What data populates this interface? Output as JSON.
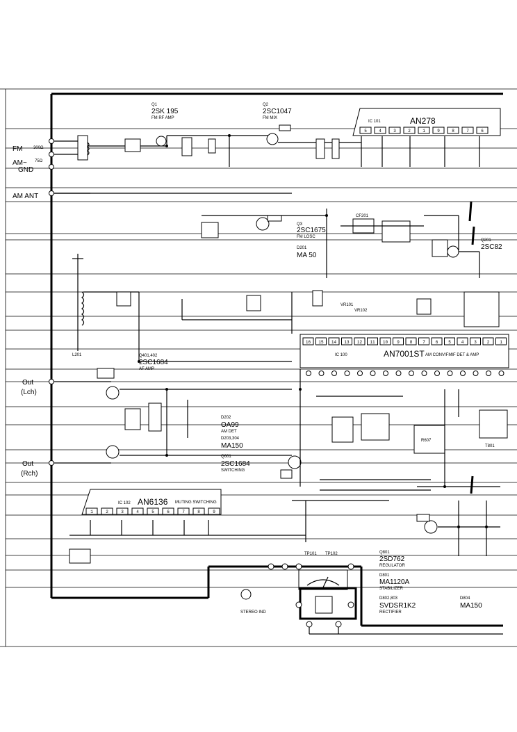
{
  "ports": {
    "fm": "FM",
    "am_tilde": "AM~",
    "gnd": "GND",
    "fm_ohm": "300Ω",
    "fm_ohm2": "75Ω",
    "am_ant": "AM ANT",
    "out": "Out",
    "lch": "(Lch)",
    "out_r": "Out",
    "rch": "(Rch)"
  },
  "parts": {
    "q1": "Q1",
    "q1_type": "2SK 195",
    "q1_desc": "FM RF AMP",
    "q2": "Q2",
    "q2_type": "2SC1047",
    "q2_desc": "FM MIX",
    "ic101_ref": "IC 101",
    "ic101": "AN278",
    "q3": "Q3",
    "q3_type": "2SC1675",
    "q3_desc": "FM LOSC",
    "d201": "D201",
    "d201_type": "MA 50",
    "q201": "Q201",
    "q201_type": "2SC82",
    "ic100_ref": "IC 100",
    "ic100": "AN7001ST",
    "ic100_desc": "AM CONV/FMIF DET & AMP",
    "q401": "Q401,402",
    "q401_type": "2SC1684",
    "q401_desc": "AF AMP",
    "d202": "D202",
    "d202_type": "OA99",
    "d202_desc": "AM DET",
    "d203": "D203,304",
    "d203_type": "MA150",
    "q601": "Q601",
    "q601_type": "2SC1684",
    "q601_desc": "SWITCHING",
    "ic102_ref": "IC 102",
    "ic102": "AN6136",
    "ic102_desc": "MUTING SWITCHING",
    "q801": "Q801",
    "q801_type": "2SD762",
    "q801_desc": "REGULATOR",
    "d801": "D801",
    "d801_type": "MA1120A",
    "d801_desc": "STABILIZER",
    "d802": "D802,803",
    "d802_type": "SVDSR1K2",
    "d802_desc": "RECTIFIER",
    "d804": "D804",
    "d804_type": "MA150",
    "stereo_ind": "STEREO IND",
    "r607": "R607",
    "t801": "T801",
    "l201": "L201",
    "vr101": "VR101",
    "vr102": "VR102",
    "cf201": "CF201",
    "tp101": "TP101",
    "tp102": "TP102"
  },
  "pins_ic101": [
    "5",
    "4",
    "3",
    "2",
    "1",
    "9",
    "8",
    "7",
    "6"
  ],
  "pins_ic100_top": [
    "16",
    "15",
    "14",
    "13",
    "12",
    "11",
    "10",
    "9",
    "8",
    "7",
    "6",
    "5",
    "4",
    "3",
    "2",
    "1"
  ],
  "pins_ic102": [
    "1",
    "2",
    "3",
    "4",
    "5",
    "6",
    "7",
    "8",
    "9"
  ]
}
